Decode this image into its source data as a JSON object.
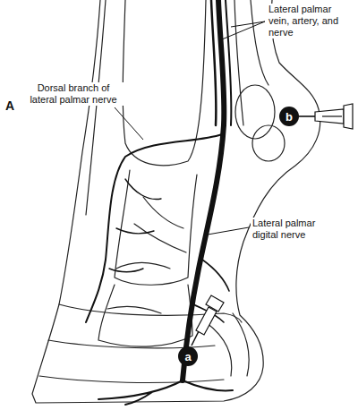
{
  "diagram": {
    "nodes": [
      {
        "text": [
          "b"
        ]
      },
      {
        "text": [
          "a"
        ]
      }
    ],
    "labels": [
      "Lateral palmar vein, artery, and nerve",
      "Dorsal branch of lateral palmar nerve",
      "Lateral palmar digital nerve",
      "A"
    ]
  }
}
